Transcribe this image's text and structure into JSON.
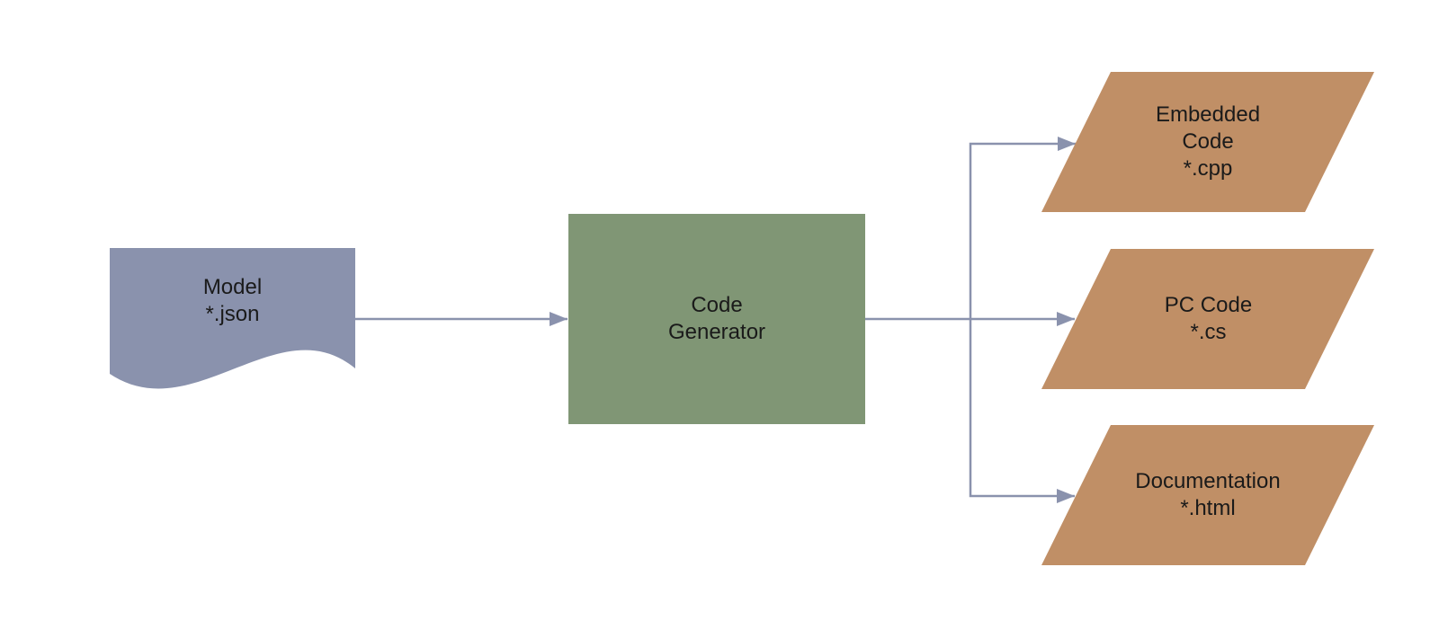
{
  "colors": {
    "background": "#ffffff",
    "document_fill": "#8A92AD",
    "process_fill": "#809675",
    "output_fill": "#C08F66",
    "connector": "#8A92AD",
    "text": "#1a1a1a"
  },
  "nodes": {
    "model": {
      "shape": "document",
      "lines": [
        "Model",
        "*.json"
      ]
    },
    "generator": {
      "shape": "process",
      "lines": [
        "Code",
        "Generator"
      ]
    },
    "embedded_code": {
      "shape": "parallelogram",
      "lines": [
        "Embedded",
        "Code",
        "*.cpp"
      ]
    },
    "pc_code": {
      "shape": "parallelogram",
      "lines": [
        "PC Code",
        "*.cs"
      ]
    },
    "documentation": {
      "shape": "parallelogram",
      "lines": [
        "Documentation",
        "*.html"
      ]
    }
  },
  "connections": [
    {
      "from": "model",
      "to": "generator"
    },
    {
      "from": "generator",
      "to": "embedded_code"
    },
    {
      "from": "generator",
      "to": "pc_code"
    },
    {
      "from": "generator",
      "to": "documentation"
    }
  ]
}
